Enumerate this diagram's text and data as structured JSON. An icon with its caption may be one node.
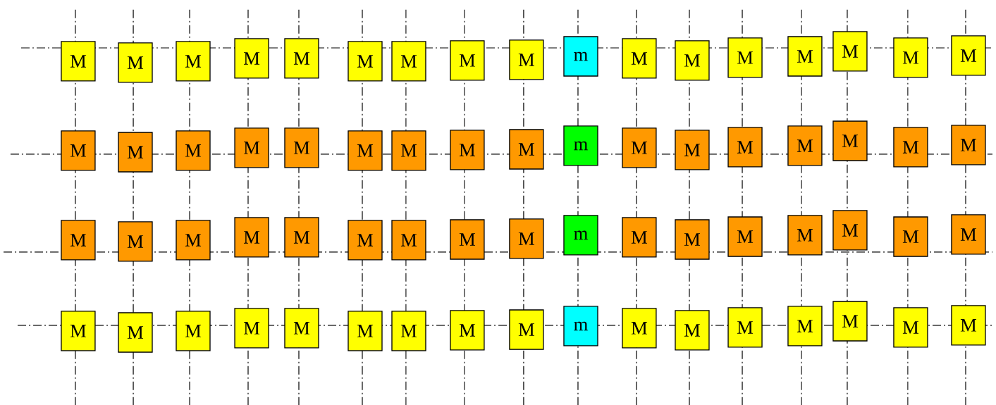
{
  "diagram": {
    "nodes": [
      {
        "text": [
          "M"
        ]
      },
      {
        "text": [
          "M"
        ]
      },
      {
        "text": [
          "M"
        ]
      },
      {
        "text": [
          "M"
        ]
      },
      {
        "text": [
          "M"
        ]
      },
      {
        "text": [
          "M"
        ]
      },
      {
        "text": [
          "M"
        ]
      },
      {
        "text": [
          "M"
        ]
      },
      {
        "text": [
          "M"
        ]
      },
      {
        "text": [
          "m"
        ]
      },
      {
        "text": [
          "M"
        ]
      },
      {
        "text": [
          "M"
        ]
      },
      {
        "text": [
          "M"
        ]
      },
      {
        "text": [
          "M"
        ]
      },
      {
        "text": [
          "M"
        ]
      },
      {
        "text": [
          "M"
        ]
      },
      {
        "text": [
          "M"
        ]
      },
      {
        "text": [
          "M"
        ]
      },
      {
        "text": [
          "M"
        ]
      },
      {
        "text": [
          "M"
        ]
      },
      {
        "text": [
          "M"
        ]
      },
      {
        "text": [
          "M"
        ]
      },
      {
        "text": [
          "M"
        ]
      },
      {
        "text": [
          "M"
        ]
      },
      {
        "text": [
          "M"
        ]
      },
      {
        "text": [
          "M"
        ]
      },
      {
        "text": [
          "m"
        ]
      },
      {
        "text": [
          "M"
        ]
      },
      {
        "text": [
          "M"
        ]
      },
      {
        "text": [
          "M"
        ]
      },
      {
        "text": [
          "M"
        ]
      },
      {
        "text": [
          "M"
        ]
      },
      {
        "text": [
          "M"
        ]
      },
      {
        "text": [
          "M"
        ]
      },
      {
        "text": [
          "M"
        ]
      },
      {
        "text": [
          "M"
        ]
      },
      {
        "text": [
          "M"
        ]
      },
      {
        "text": [
          "M"
        ]
      },
      {
        "text": [
          "M"
        ]
      },
      {
        "text": [
          "M"
        ]
      },
      {
        "text": [
          "M"
        ]
      },
      {
        "text": [
          "M"
        ]
      },
      {
        "text": [
          "M"
        ]
      },
      {
        "text": [
          "m"
        ]
      },
      {
        "text": [
          "M"
        ]
      },
      {
        "text": [
          "M"
        ]
      },
      {
        "text": [
          "M"
        ]
      },
      {
        "text": [
          "M"
        ]
      },
      {
        "text": [
          "M"
        ]
      },
      {
        "text": [
          "M"
        ]
      },
      {
        "text": [
          "M"
        ]
      },
      {
        "text": [
          "M"
        ]
      },
      {
        "text": [
          "M"
        ]
      },
      {
        "text": [
          "M"
        ]
      },
      {
        "text": [
          "M"
        ]
      },
      {
        "text": [
          "M"
        ]
      },
      {
        "text": [
          "M"
        ]
      },
      {
        "text": [
          "M"
        ]
      },
      {
        "text": [
          "M"
        ]
      },
      {
        "text": [
          "M"
        ]
      },
      {
        "text": [
          "m"
        ]
      },
      {
        "text": [
          "M"
        ]
      },
      {
        "text": [
          "M"
        ]
      },
      {
        "text": [
          "M"
        ]
      },
      {
        "text": [
          "M"
        ]
      },
      {
        "text": [
          "M"
        ]
      },
      {
        "text": [
          "M"
        ]
      },
      {
        "text": [
          "M"
        ]
      }
    ]
  }
}
